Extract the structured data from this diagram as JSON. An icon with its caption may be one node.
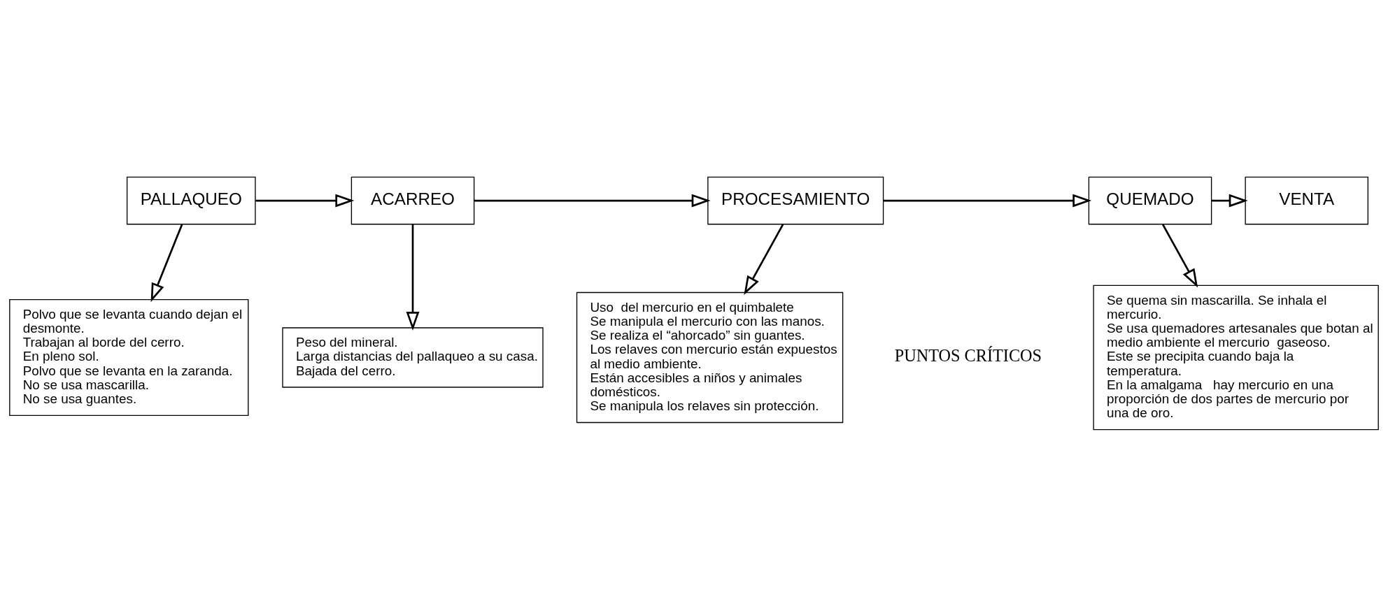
{
  "diagram": {
    "nodes": [
      {
        "text": [
          "PALLAQUEO"
        ]
      },
      {
        "text": [
          "ACARREO"
        ]
      },
      {
        "text": [
          "PROCESAMIENTO"
        ]
      },
      {
        "text": [
          "QUEMADO"
        ]
      },
      {
        "text": [
          "VENTA"
        ]
      },
      {
        "text": [
          "Polvo que se levanta cuando dejan el desmonte.",
          "Trabajan al borde del cerro.",
          "En pleno sol.",
          "Polvo que se levanta en la zaranda.",
          "No se usa mascarilla.",
          "No se usa guantes."
        ]
      },
      {
        "text": [
          "Peso del mineral.",
          "Larga distancias del pallaqueo a su casa.",
          "Bajada del cerro."
        ]
      },
      {
        "text": [
          "Uso  del mercurio en el quimbalete",
          "Se manipula el mercurio con las manos.",
          "Se realiza el “ahorcado” sin guantes.",
          "Los relaves con mercurio están expuestos  al medio ambiente.",
          "Están accesibles a niños y animales domésticos.",
          "Se manipula los relaves sin protección."
        ]
      },
      {
        "text": [
          "Se quema sin mascarilla. Se inhala el mercurio.",
          "Se usa quemadores artesanales que botan al medio ambiente el mercurio  gaseoso.",
          "Este se precipita cuando baja la temperatura.",
          "En la amalgama   hay mercurio en una proporción de dos partes de mercurio por una de oro."
        ]
      }
    ],
    "edges": [
      {
        "from": 0,
        "to": 1,
        "arrow": "to"
      },
      {
        "from": 1,
        "to": 2,
        "arrow": "to"
      },
      {
        "from": 2,
        "to": 3,
        "arrow": "to"
      },
      {
        "from": 3,
        "to": 4,
        "arrow": "to"
      },
      {
        "from": 0,
        "to": 5,
        "arrow": "to"
      },
      {
        "from": 1,
        "to": 6,
        "arrow": "to"
      },
      {
        "from": 2,
        "to": 7,
        "arrow": "to"
      },
      {
        "from": 3,
        "to": 8,
        "arrow": "to"
      }
    ],
    "labels": [
      "PUNTOS CRÍTICOS"
    ]
  }
}
